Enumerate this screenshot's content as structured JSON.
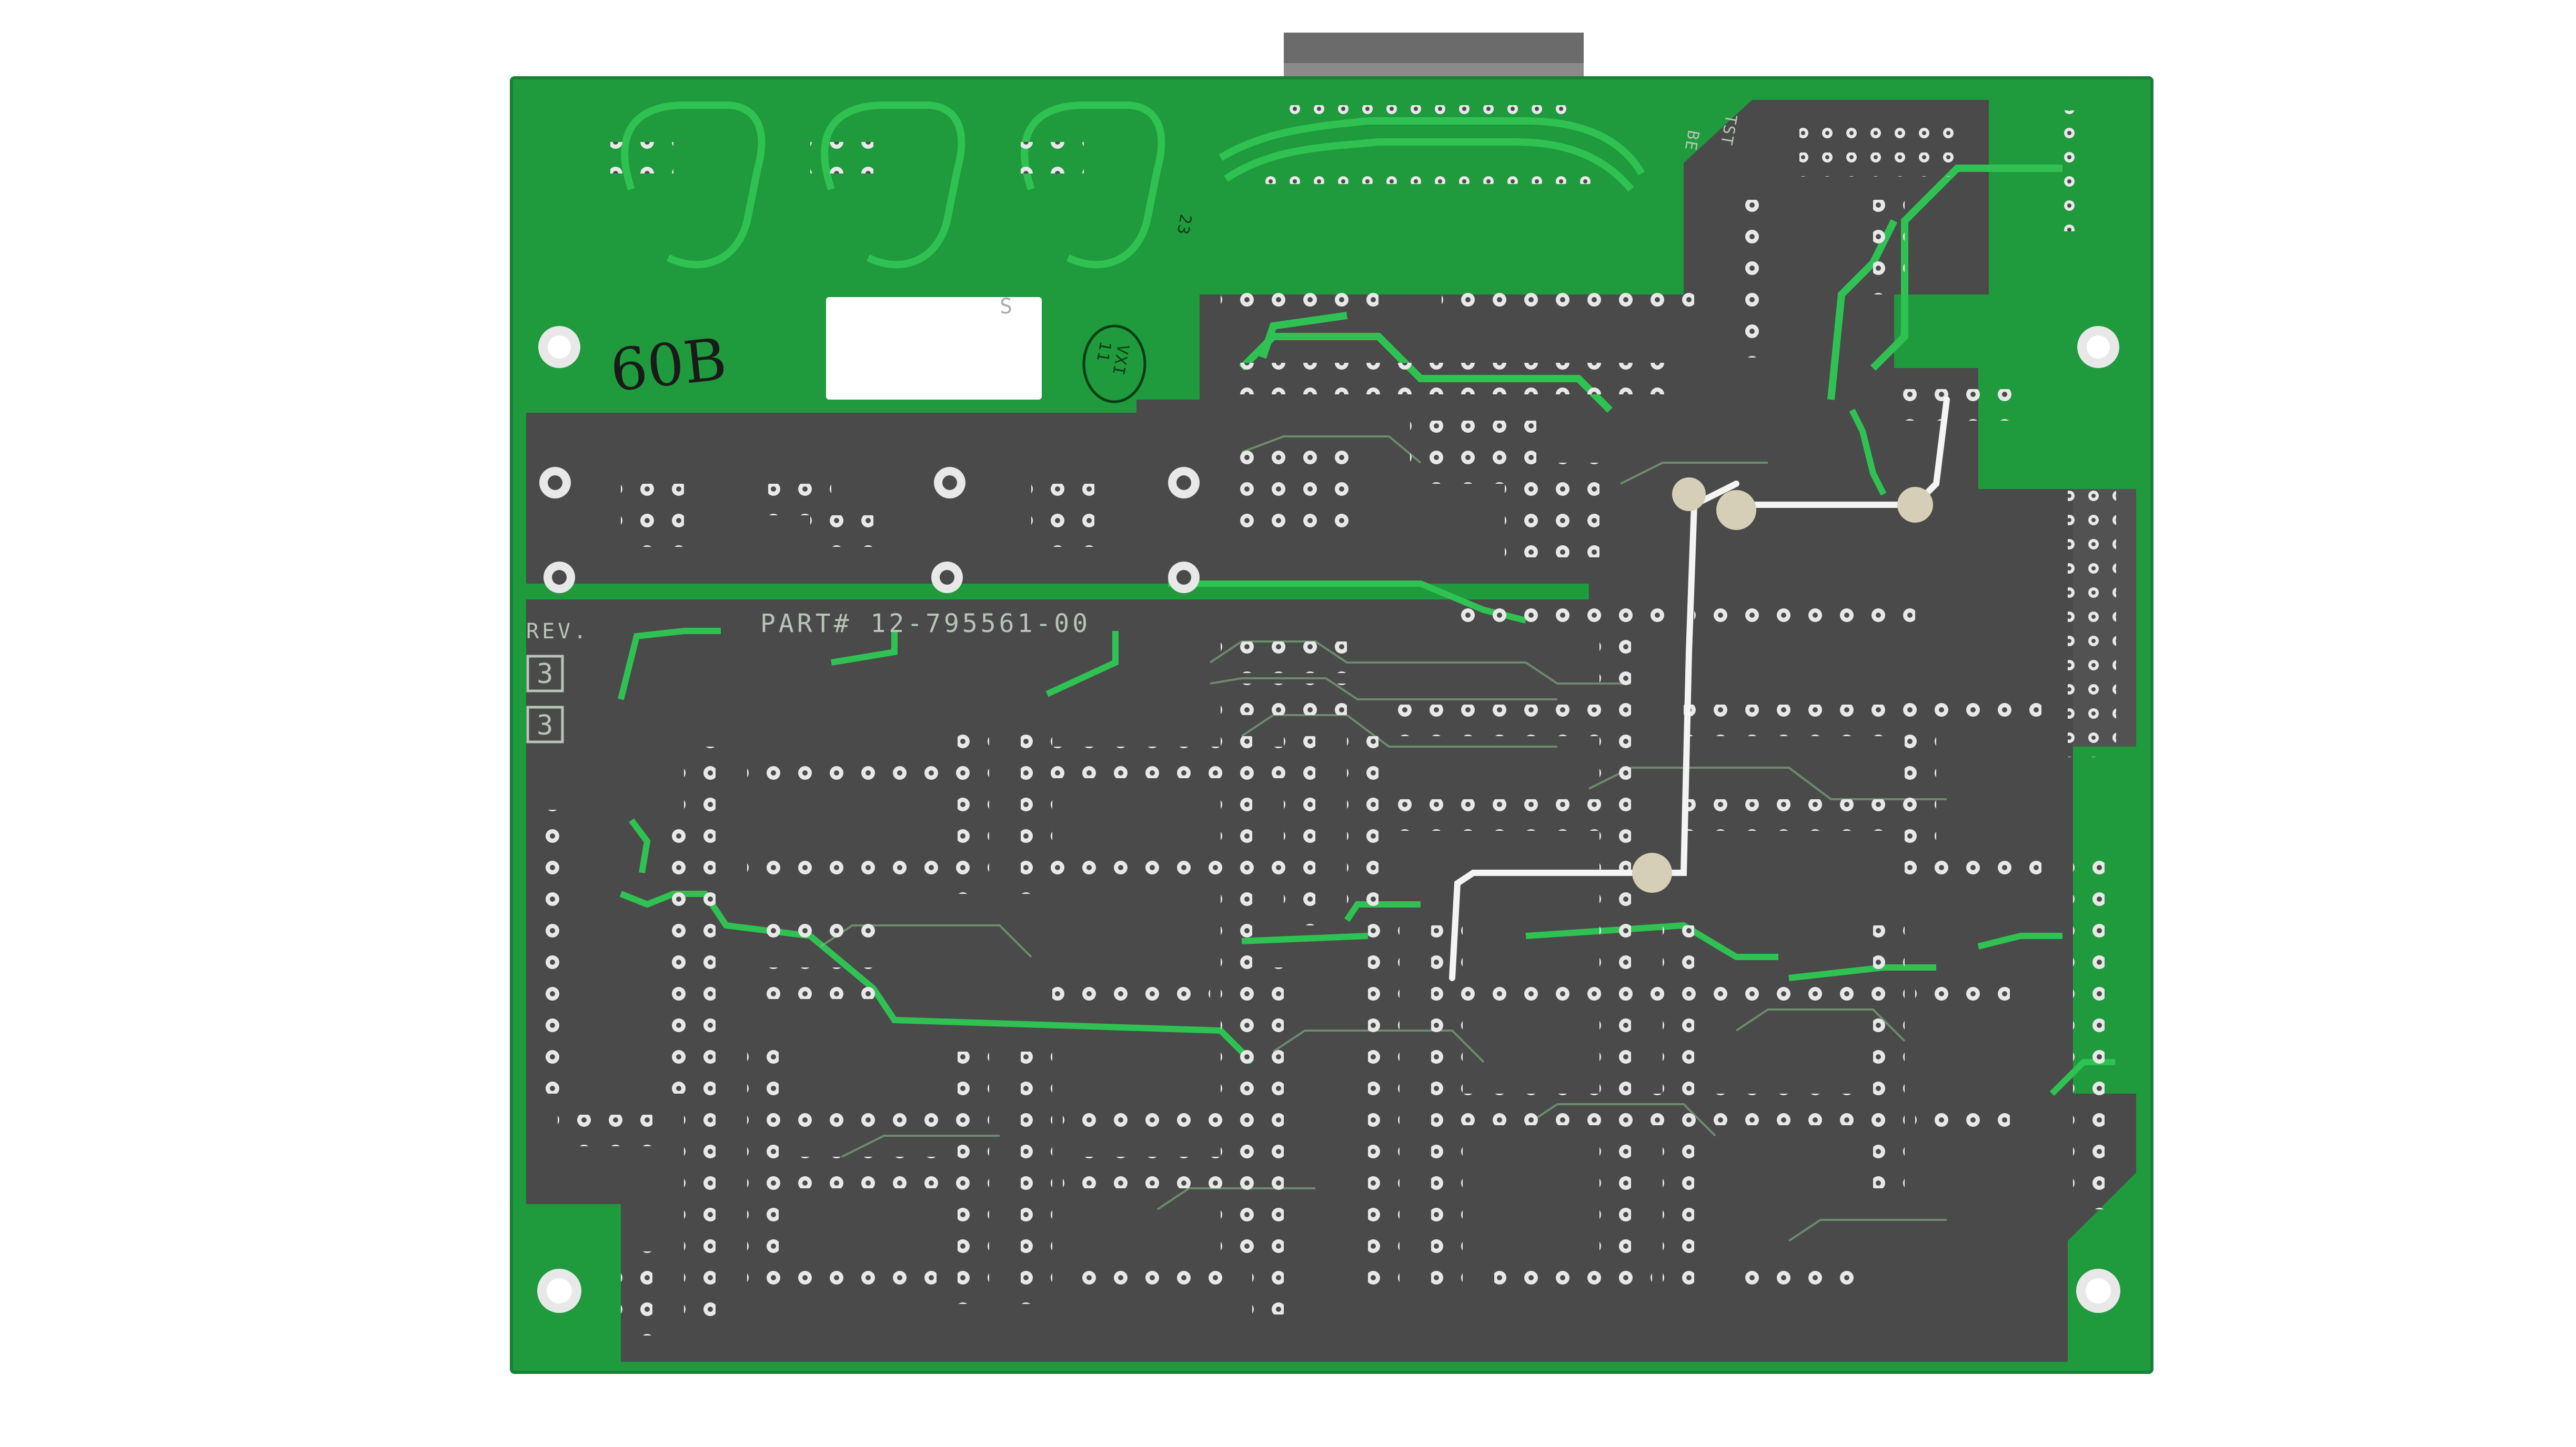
{
  "image": {
    "description": "Back side of a green printed circuit board with solder pads, traces and a white jumper wire",
    "colors": {
      "background": "#ffffff",
      "board": "#1f9a3c",
      "board_edge": "#17803a",
      "ground_plane": "#4a4a4a",
      "ground_plane_light": "#585858",
      "trace": "#2fc252",
      "pad": "#e8e8e8",
      "silkscreen": "#b8c4b8",
      "jumper_wire": "#f4f4f4",
      "solder_blob": "#d6cfb8",
      "connector": "#6b6b6b"
    }
  },
  "board": {
    "part_label": "PART# 12-795561-00",
    "rev_label": "REV.",
    "rev_values": [
      "3",
      "3"
    ],
    "handwritten": "60B",
    "sticker_text": "S",
    "stamp_text": "VXI\n11",
    "top_marks": [
      "TST",
      "BE"
    ],
    "small_marks": [
      "23"
    ]
  }
}
